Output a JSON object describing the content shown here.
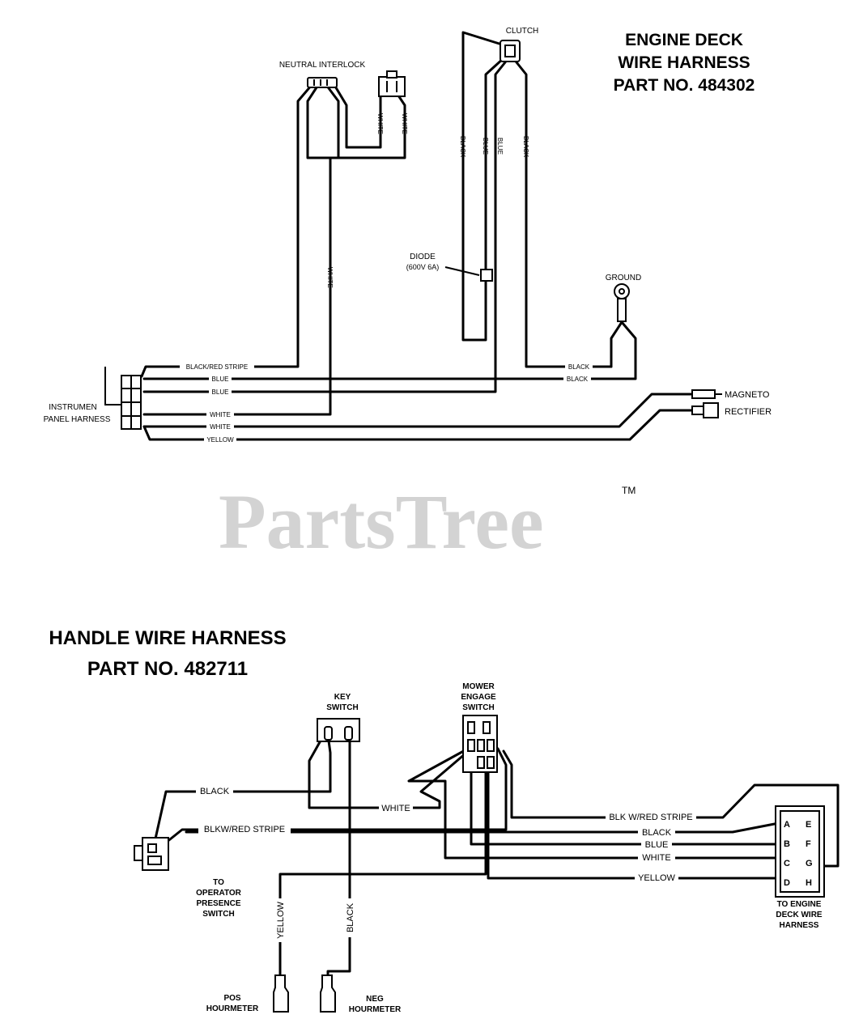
{
  "engine_deck": {
    "title_line1": "ENGINE DECK",
    "title_line2": "WIRE HARNESS",
    "title_line3": "PART NO. 484302",
    "neutral_interlock": "NEUTRAL INTERLOCK",
    "clutch": "CLUTCH",
    "diode_line1": "DIODE",
    "diode_line2": "(600V 6A)",
    "ground": "GROUND",
    "magneto": "MAGNETO",
    "rectifier": "RECTIFIER",
    "instrument_line1": "INSTRUMEN",
    "instrument_line2": "PANEL HARNESS",
    "wires": {
      "white_a": "WHITE",
      "white_b": "WHITE",
      "white_main": "WHITE",
      "black_v1": "BLACK",
      "blue_v1": "BLUE",
      "blue_v2": "BLUE",
      "black_v2": "BLACK",
      "h_black_red": "BLACK/RED STRIPE",
      "h_blue": "BLUE",
      "h_blue2": "BLUE",
      "h_white": "WHITE",
      "h_white2": "WHITE",
      "h_yellow": "YELLOW",
      "h_black1": "BLACK",
      "h_black2": "BLACK"
    }
  },
  "watermark": {
    "text": "PartsTree",
    "tm": "TM"
  },
  "handle": {
    "title_line1": "HANDLE WIRE HARNESS",
    "title_line2": "PART NO. 482711",
    "key_switch_line1": "KEY",
    "key_switch_line2": "SWITCH",
    "mower_line1": "MOWER",
    "mower_line2": "ENGAGE",
    "mower_line3": "SWITCH",
    "operator_line1": "TO",
    "operator_line2": "OPERATOR",
    "operator_line3": "PRESENCE",
    "operator_line4": "SWITCH",
    "to_engine_line1": "TO ENGINE",
    "to_engine_line2": "DECK WIRE",
    "to_engine_line3": "HARNESS",
    "pos_line1": "POS",
    "pos_line2": "HOURMETER",
    "neg_line1": "NEG",
    "neg_line2": "HOURMETER",
    "wires": {
      "black": "BLACK",
      "blk_red_left": "BLKW/RED STRIPE",
      "white": "WHITE",
      "blk_red_right": "BLK W/RED STRIPE",
      "black_right": "BLACK",
      "blue_right": "BLUE",
      "white_right": "WHITE",
      "yellow_right": "YELLOW",
      "yellow_v": "YELLOW",
      "black_v": "BLACK"
    },
    "pins": [
      "A",
      "B",
      "C",
      "D",
      "E",
      "F",
      "G",
      "H"
    ]
  }
}
